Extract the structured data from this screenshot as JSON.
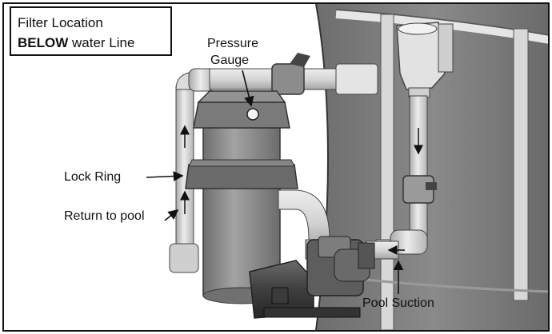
{
  "title_box": {
    "line1": "Filter Location",
    "line2_bold": "BELOW",
    "line2_rest": " water Line"
  },
  "labels": {
    "pressure_line1": "Pressure",
    "pressure_line2": "Gauge",
    "lock_ring": "Lock Ring",
    "return_to_pool": "Return to pool",
    "pool_suction": "Pool Suction"
  },
  "colors": {
    "pool_wall": "#777777",
    "pipe": "#d6d6d6",
    "filter_body": "#8e8e8e",
    "pump": "#4a4a4a",
    "skimmer": "#dcdcdc",
    "outline": "#111111"
  }
}
